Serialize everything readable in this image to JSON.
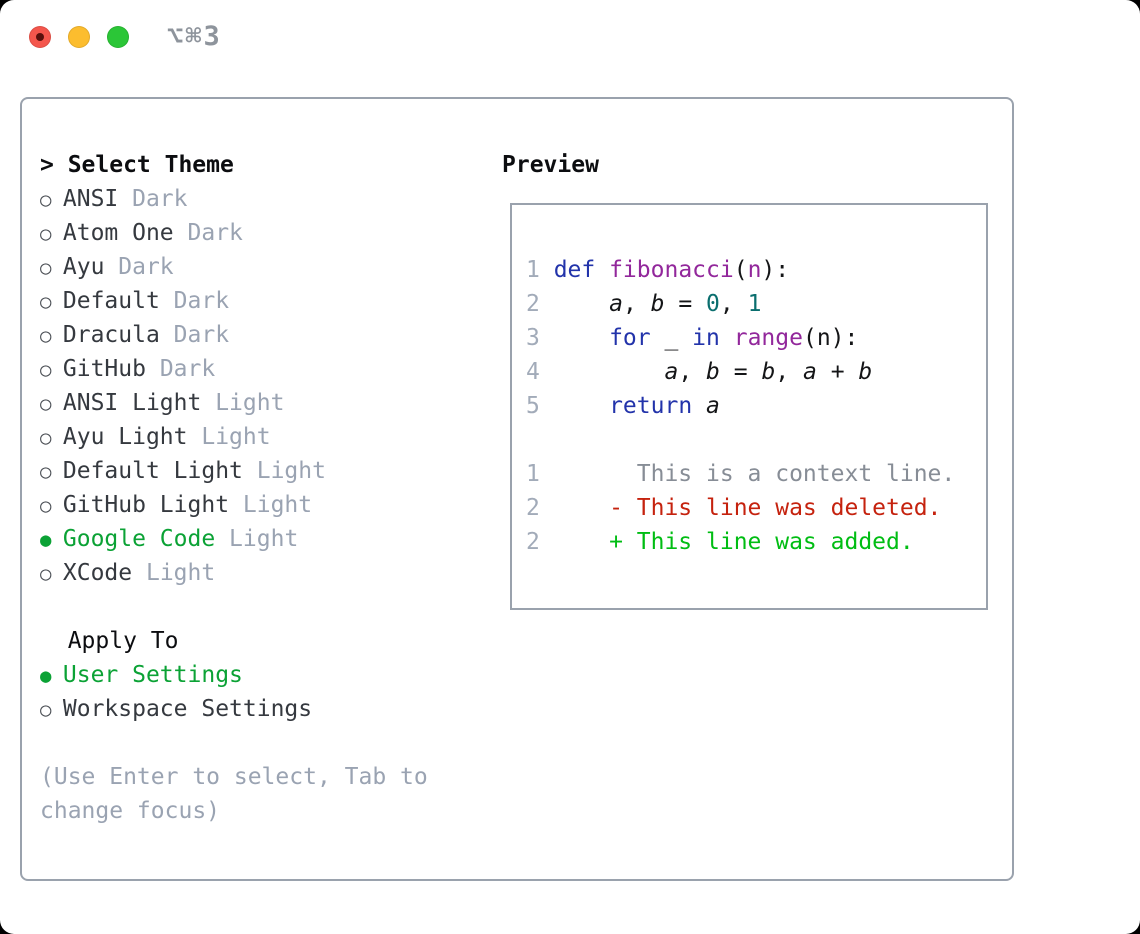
{
  "window": {
    "title": "⌥⌘3"
  },
  "theme_picker": {
    "heading": {
      "prefix": ">",
      "label": "Select Theme"
    },
    "markers": {
      "selected": "●",
      "unselected": "○"
    },
    "items": [
      {
        "name": "ANSI",
        "variant": "Dark",
        "selected": false
      },
      {
        "name": "Atom One",
        "variant": "Dark",
        "selected": false
      },
      {
        "name": "Ayu",
        "variant": "Dark",
        "selected": false
      },
      {
        "name": "Default",
        "variant": "Dark",
        "selected": false
      },
      {
        "name": "Dracula",
        "variant": "Dark",
        "selected": false
      },
      {
        "name": "GitHub",
        "variant": "Dark",
        "selected": false
      },
      {
        "name": "ANSI Light",
        "variant": "Light",
        "selected": false
      },
      {
        "name": "Ayu Light",
        "variant": "Light",
        "selected": false
      },
      {
        "name": "Default Light",
        "variant": "Light",
        "selected": false
      },
      {
        "name": "GitHub Light",
        "variant": "Light",
        "selected": false
      },
      {
        "name": "Google Code",
        "variant": "Light",
        "selected": true
      },
      {
        "name": "XCode",
        "variant": "Light",
        "selected": false
      }
    ],
    "apply_to": {
      "heading": "Apply To",
      "options": [
        {
          "label": "User Settings",
          "selected": true
        },
        {
          "label": "Workspace Settings",
          "selected": false
        }
      ]
    },
    "hint": "(Use Enter to select, Tab to change focus)"
  },
  "preview": {
    "heading": "Preview",
    "code_lines": [
      {
        "num": "1",
        "segments": [
          {
            "text": "def ",
            "style": "keyword"
          },
          {
            "text": "fibonacci",
            "style": "function"
          },
          {
            "text": "(",
            "style": "plain"
          },
          {
            "text": "n",
            "style": "function"
          },
          {
            "text": "):",
            "style": "plain"
          }
        ]
      },
      {
        "num": "2",
        "segments": [
          {
            "text": "    ",
            "style": "plain"
          },
          {
            "text": "a",
            "style": "variable"
          },
          {
            "text": ", ",
            "style": "plain"
          },
          {
            "text": "b",
            "style": "variable"
          },
          {
            "text": " = ",
            "style": "plain"
          },
          {
            "text": "0",
            "style": "number"
          },
          {
            "text": ", ",
            "style": "plain"
          },
          {
            "text": "1",
            "style": "number"
          }
        ]
      },
      {
        "num": "3",
        "segments": [
          {
            "text": "    ",
            "style": "plain"
          },
          {
            "text": "for",
            "style": "keyword"
          },
          {
            "text": " _ ",
            "style": "plain"
          },
          {
            "text": "in",
            "style": "keyword"
          },
          {
            "text": " ",
            "style": "plain"
          },
          {
            "text": "range",
            "style": "function"
          },
          {
            "text": "(n):",
            "style": "plain"
          }
        ]
      },
      {
        "num": "4",
        "segments": [
          {
            "text": "        ",
            "style": "plain"
          },
          {
            "text": "a",
            "style": "variable"
          },
          {
            "text": ", ",
            "style": "plain"
          },
          {
            "text": "b",
            "style": "variable"
          },
          {
            "text": " = ",
            "style": "plain"
          },
          {
            "text": "b",
            "style": "variable"
          },
          {
            "text": ", ",
            "style": "plain"
          },
          {
            "text": "a",
            "style": "variable"
          },
          {
            "text": " + ",
            "style": "plain"
          },
          {
            "text": "b",
            "style": "variable"
          }
        ]
      },
      {
        "num": "5",
        "segments": [
          {
            "text": "    ",
            "style": "plain"
          },
          {
            "text": "return",
            "style": "keyword"
          },
          {
            "text": " ",
            "style": "plain"
          },
          {
            "text": "a",
            "style": "variable"
          }
        ]
      }
    ],
    "diff_lines": [
      {
        "num": "1",
        "style": "context",
        "text": "      This is a context line."
      },
      {
        "num": "2",
        "style": "deleted",
        "text": "    - This line was deleted."
      },
      {
        "num": "2",
        "style": "added",
        "text": "    + This line was added."
      }
    ]
  },
  "colors": {
    "selection_green": "#0ba235",
    "keyword_blue": "#2233aa",
    "function_purple": "#92279b",
    "number_teal": "#0a6e6e",
    "deleted_red": "#c5220e",
    "added_green": "#00bd13",
    "muted_gray": "#9aa3b2",
    "border_gray": "#9aa2ad"
  }
}
